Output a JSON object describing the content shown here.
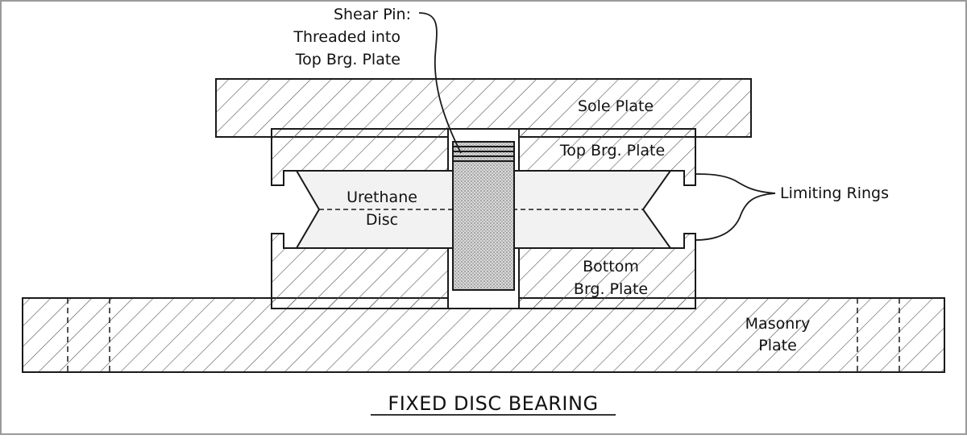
{
  "diagram": {
    "title": "FIXED DISC BEARING",
    "labels": {
      "shear_pin_line1": "Shear Pin:",
      "shear_pin_line2": "Threaded into",
      "shear_pin_line3": "Top Brg. Plate",
      "sole_plate": "Sole Plate",
      "top_plate": "Top Brg. Plate",
      "urethane_line1": "Urethane",
      "urethane_line2": "Disc",
      "limiting_rings": "Limiting Rings",
      "bottom_line1": "Bottom",
      "bottom_line2": "Brg. Plate",
      "masonry_line1": "Masonry",
      "masonry_line2": "Plate"
    },
    "colors": {
      "stroke": "#1a1a1a",
      "hatch": "#555555",
      "disc_fill": "#f2f2f2",
      "pin_fill": "#c8c8c8",
      "border": "#9a9a9a"
    }
  }
}
